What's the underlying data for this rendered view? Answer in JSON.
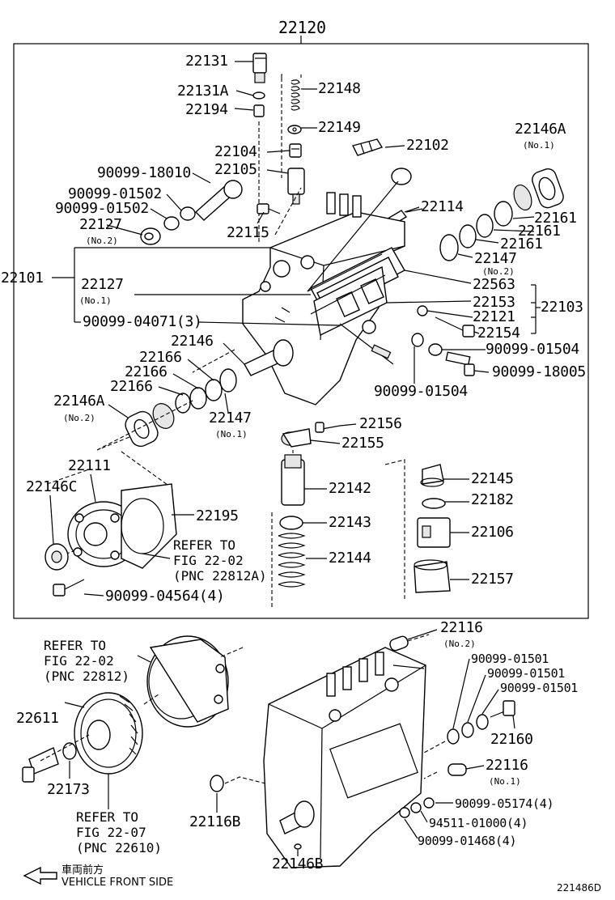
{
  "title": "22120",
  "code": "221486D",
  "vehicle_front": {
    "jp": "車両前方",
    "en": "VEHICLE FRONT SIDE"
  },
  "refs": {
    "r1": [
      "REFER TO",
      "FIG 22-02",
      "(PNC 22812A)"
    ],
    "r2": [
      "REFER TO",
      "FIG 22-02",
      "(PNC 22812)"
    ],
    "r3": [
      "REFER TO",
      "FIG 22-07",
      "(PNC 22610)"
    ]
  },
  "labels": {
    "p22131": "22131",
    "p22131A": "22131A",
    "p22194": "22194",
    "p22148": "22148",
    "p22149": "22149",
    "p22104": "22104",
    "p22105": "22105",
    "p22102": "22102",
    "p22146A_top": "22146A",
    "p18010": "90099-18010",
    "p01502a": "90099-01502",
    "p01502b": "90099-01502",
    "p22127a": "22127",
    "p22115": "22115",
    "p22114": "22114",
    "p22161a": "22161",
    "p22161b": "22161",
    "p22161c": "22161",
    "p22147a": "22147",
    "p22101": "22101",
    "p22127b": "22127",
    "p22563": "22563",
    "p22153": "22153",
    "p22103": "22103",
    "p04071": "90099-04071(3)",
    "p22121": "22121",
    "p22154": "22154",
    "p22146": "22146",
    "p01504a": "90099-01504",
    "p18005": "90099-18005",
    "p22166a": "22166",
    "p22166b": "22166",
    "p22166c": "22166",
    "p01504b": "90099-01504",
    "p22146A_low": "22146A",
    "p22147b": "22147",
    "p22156": "22156",
    "p22155": "22155",
    "p22111": "22111",
    "p22146C": "22146C",
    "p22142": "22142",
    "p22145": "22145",
    "p22182": "22182",
    "p22195": "22195",
    "p22143": "22143",
    "p22106": "22106",
    "p22144": "22144",
    "p22157": "22157",
    "p04564": "90099-04564(4)",
    "p22116a": "22116",
    "p01501a": "90099-01501",
    "p01501b": "90099-01501",
    "p01501c": "90099-01501",
    "p22611": "22611",
    "p22160": "22160",
    "p22116b": "22116",
    "p22173": "22173",
    "p22116B": "22116B",
    "p05174": "90099-05174(4)",
    "p94511": "94511-01000(4)",
    "p01468": "90099-01468(4)",
    "p22146B": "22146B"
  },
  "notes": {
    "no1_a": "(No.1)",
    "no2_a": "(No.2)",
    "no2_b": "(No.2)",
    "no1_b": "(No.1)",
    "no2_c": "(No.2)",
    "no1_c": "(No.1)",
    "no2_d": "(No.2)",
    "no1_d": "(No.1)"
  }
}
